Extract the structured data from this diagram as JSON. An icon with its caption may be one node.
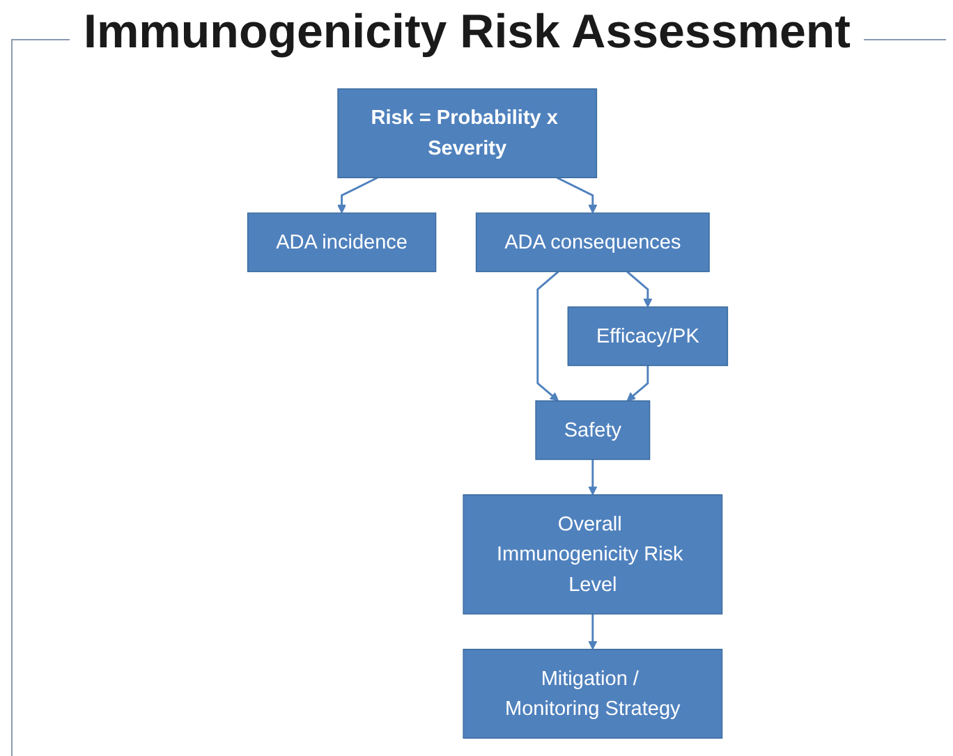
{
  "diagram": {
    "title": "Immunogenicity Risk Assessment",
    "nodes": [
      {
        "text": [
          "Risk = Probability x Severity"
        ]
      },
      {
        "text": [
          "ADA incidence"
        ]
      },
      {
        "text": [
          "ADA consequences"
        ]
      },
      {
        "text": [
          "Safety"
        ]
      },
      {
        "text": [
          "Efficacy/PK"
        ]
      },
      {
        "text": [
          "Overall Immunogenicity Risk Level"
        ]
      },
      {
        "text": [
          "Mitigation / Monitoring Strategy"
        ]
      }
    ],
    "edges": [
      {
        "from": 0,
        "to": 1,
        "arrow": "to"
      },
      {
        "from": 0,
        "to": 2,
        "arrow": "to"
      },
      {
        "from": 2,
        "to": 3,
        "arrow": "to"
      },
      {
        "from": 2,
        "to": 4,
        "arrow": "to"
      },
      {
        "from": 4,
        "to": 3,
        "arrow": "to"
      },
      {
        "from": 3,
        "to": 5,
        "arrow": "to"
      },
      {
        "from": 5,
        "to": 6,
        "arrow": "to"
      }
    ]
  }
}
